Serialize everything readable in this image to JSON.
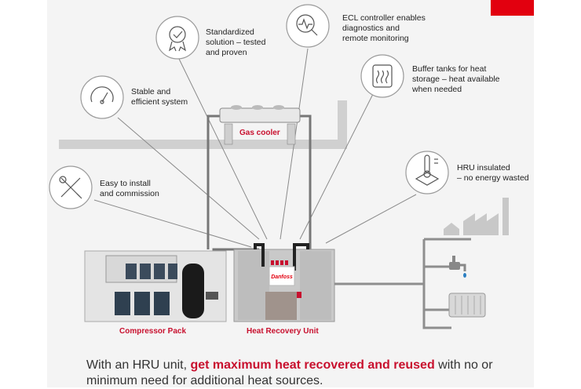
{
  "features": [
    {
      "icon": "badge-check-icon",
      "lines": [
        "Standardized",
        "solution – tested",
        "and proven"
      ]
    },
    {
      "icon": "diagnostics-icon",
      "lines": [
        "ECL controller enables",
        "diagnostics and",
        "remote monitoring"
      ]
    },
    {
      "icon": "buffer-tank-icon",
      "lines": [
        "Buffer tanks for heat",
        "storage – heat available",
        "when needed"
      ]
    },
    {
      "icon": "gauge-icon",
      "lines": [
        "Stable and",
        "efficient system"
      ]
    },
    {
      "icon": "thermometer-icon",
      "lines": [
        "HRU insulated",
        "– no energy wasted"
      ]
    },
    {
      "icon": "tools-icon",
      "lines": [
        "Easy to install",
        "and commission"
      ]
    }
  ],
  "labels": {
    "gas_cooler": "Gas cooler",
    "compressor_pack": "Compressor Pack",
    "hru": "Heat Recovery Unit",
    "logo": "Danfoss"
  },
  "bottom": {
    "prefix": "With an HRU unit, ",
    "highlight": "get maximum heat recovered and reused",
    "suffix": " with no or minimum need for additional heat sources."
  },
  "colors": {
    "accent": "#e2000f",
    "highlight": "#c8102e",
    "line": "#8a8a8a"
  }
}
